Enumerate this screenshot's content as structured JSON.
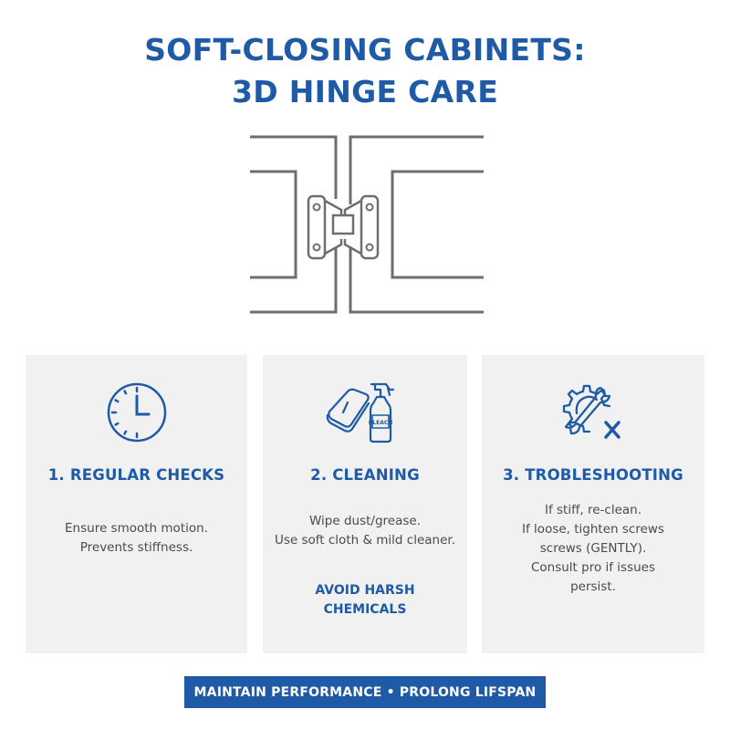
{
  "header": {
    "title_line1": "SOFT-CLOSING CABINETS:",
    "title_line2": "3D HINGE CARE"
  },
  "illustration": {
    "icon": "cabinet-hinge-diagram-icon",
    "line_color": "#6e6e6e"
  },
  "panels": [
    {
      "icon": "clock-icon",
      "heading": "1. REGULAR CHECKS",
      "body": [
        "Ensure smooth motion.",
        "Prevents stiffness."
      ]
    },
    {
      "icon": "cleaning-cloth-spray-bottle-icon",
      "icon_label": "BLEACH",
      "heading": "2. CLEANING",
      "body": [
        "Wipe dust/grease.",
        "Use soft cloth & mild cleaner."
      ],
      "warning": [
        "AVOID HARSH",
        "CHEMICALS"
      ]
    },
    {
      "icon": "gear-wrench-x-icon",
      "heading": "3. TROBLESHOOTING",
      "body": [
        "If stiff, re-clean.",
        "If loose, tighten screws",
        "screws (GENTLY).",
        "Consult pro if issues",
        "persist."
      ]
    }
  ],
  "footer": {
    "banner": "MAINTAIN PERFORMANCE • PROLONG LIFSPAN"
  },
  "colors": {
    "accent": "#1f5aa6",
    "panel_bg": "#f1f1f1",
    "body_text": "#4a4a4a",
    "background": "#ffffff"
  }
}
